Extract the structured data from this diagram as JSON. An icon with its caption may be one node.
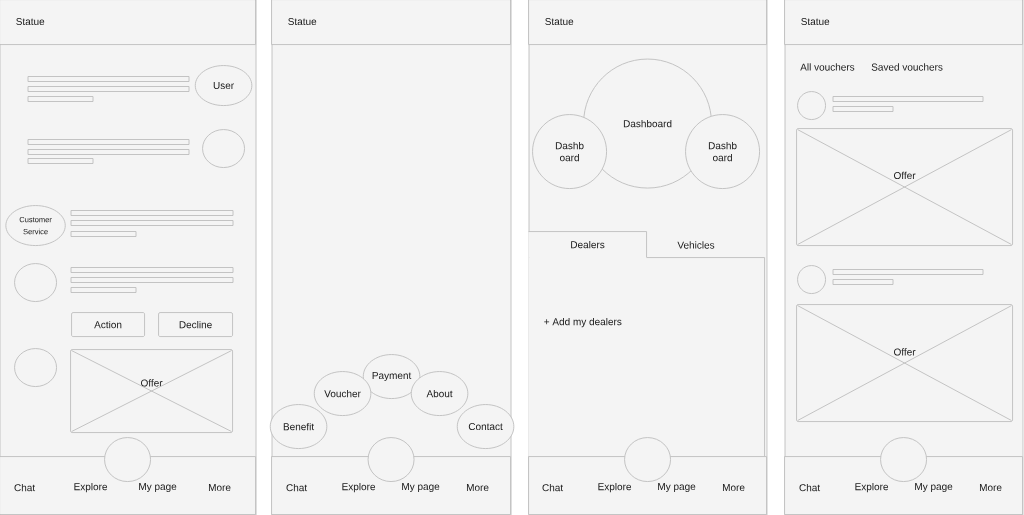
{
  "diagram": {
    "nodes": [
      {
        "text": [],
        "shape": "box"
      },
      {
        "text": [
          "Statue"
        ],
        "in": 0
      },
      {
        "text": [
          "User"
        ],
        "in": 0
      },
      {
        "text": [],
        "shape": "circle",
        "in": 0
      },
      {
        "text": [
          "Customer Service"
        ],
        "in": 0
      },
      {
        "text": [],
        "shape": "circle",
        "in": 0
      },
      {
        "text": [
          "Action"
        ],
        "in": 0
      },
      {
        "text": [
          "Decline"
        ],
        "in": 0
      },
      {
        "text": [],
        "shape": "circle",
        "in": 0
      },
      {
        "text": [
          "Offer"
        ],
        "in": 0
      },
      {
        "text": [
          "Chat",
          "Explore",
          "My page",
          "More"
        ],
        "in": 0
      },
      {
        "text": [],
        "shape": "circle",
        "in": 0
      },
      {
        "text": [],
        "shape": "box"
      },
      {
        "text": [
          "Statue"
        ],
        "in": 12
      },
      {
        "text": [
          "Payment"
        ],
        "in": 12
      },
      {
        "text": [
          "Voucher"
        ],
        "in": 12
      },
      {
        "text": [
          "About"
        ],
        "in": 12
      },
      {
        "text": [
          "Benefit"
        ],
        "in": 12
      },
      {
        "text": [
          "Contact"
        ],
        "in": 12
      },
      {
        "text": [
          "Chat",
          "Explore",
          "My page",
          "More"
        ],
        "in": 12
      },
      {
        "text": [],
        "shape": "circle",
        "in": 12
      },
      {
        "text": [],
        "shape": "box"
      },
      {
        "text": [
          "Statue"
        ],
        "in": 21
      },
      {
        "text": [
          "Dashboard"
        ],
        "in": 21
      },
      {
        "text": [
          "Dashb oard"
        ],
        "in": 21
      },
      {
        "text": [
          "Dashb oard"
        ],
        "in": 21
      },
      {
        "text": [
          "Dealers"
        ],
        "in": 21
      },
      {
        "text": [
          "+ Add my dealers"
        ],
        "in": 21
      },
      {
        "text": [
          "Chat",
          "Explore",
          "My page",
          "More"
        ],
        "in": 21
      },
      {
        "text": [],
        "shape": "circle",
        "in": 21
      },
      {
        "text": [],
        "shape": "box"
      },
      {
        "text": [
          "Statue"
        ],
        "in": 30
      },
      {
        "text": [],
        "shape": "circle",
        "in": 30
      },
      {
        "text": [
          "Offer"
        ],
        "in": 30
      },
      {
        "text": [],
        "shape": "circle",
        "in": 30
      },
      {
        "text": [
          "Offer"
        ],
        "in": 30
      },
      {
        "text": [
          "Chat",
          "Explore",
          "My page",
          "More"
        ],
        "in": 30
      },
      {
        "text": [],
        "shape": "circle",
        "in": 30
      }
    ],
    "labels": [
      "Vehicles",
      "All vouchers",
      "Saved vouchers"
    ]
  }
}
